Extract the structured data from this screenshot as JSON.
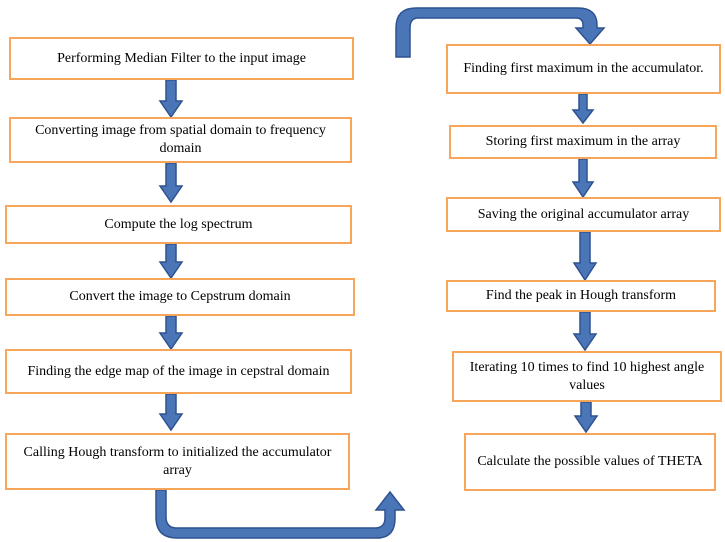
{
  "colors": {
    "box_border": "#F7A55A",
    "arrow_fill": "#4A76B8",
    "arrow_stroke": "#2F528F"
  },
  "left_column": [
    {
      "label": "Performing  Median Filter  to the input image"
    },
    {
      "label": "Converting image from spatial domain to frequency domain"
    },
    {
      "label": "Compute the log spectrum"
    },
    {
      "label": "Convert the image to Cepstrum domain"
    },
    {
      "label": "Finding the edge map of the image in cepstral domain"
    },
    {
      "label": "Calling Hough transform to initialized the accumulator array"
    }
  ],
  "right_column": [
    {
      "label": "Finding first maximum in the accumulator."
    },
    {
      "label": "Storing first maximum in the array"
    },
    {
      "label": "Saving the original accumulator array"
    },
    {
      "label": "Find the peak in Hough transform"
    },
    {
      "label": "Iterating 10 times to find 10 highest angle values"
    },
    {
      "label": "Calculate the possible values of THETA"
    }
  ]
}
